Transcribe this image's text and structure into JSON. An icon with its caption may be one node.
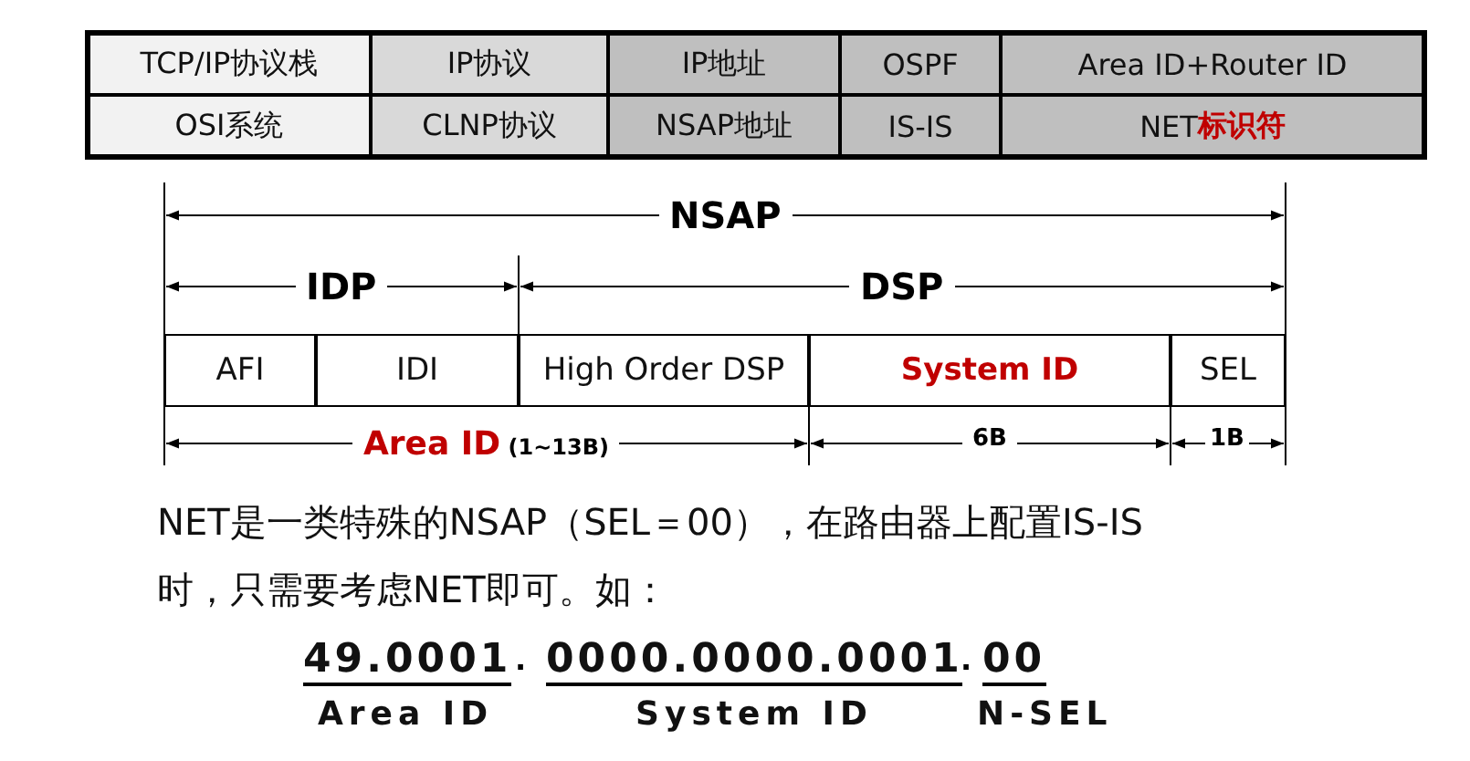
{
  "diagram": {
    "labels": [
      "TCP/IP协议栈",
      "IP协议",
      "IP地址",
      "OSPF",
      "Area ID+Router ID",
      "OSI系统",
      "CLNP协议",
      "NSAP地址",
      "IS-IS",
      "NET**标识符**",
      "NSAP",
      "IDP",
      "DSP",
      "AFI",
      "IDI",
      "High Order DSP",
      "System ID",
      "SEL",
      "**Area ID** (1~13B)",
      "6B",
      "1B",
      "NET是一类特殊的NSAP（SEL＝00），在路由器上配置IS-IS时，只需要考虑NET即可。如：",
      "49.0001",
      ".",
      "0000.0000.0001",
      ".",
      "00",
      "Area ID",
      "System ID",
      "N-SEL"
    ]
  }
}
